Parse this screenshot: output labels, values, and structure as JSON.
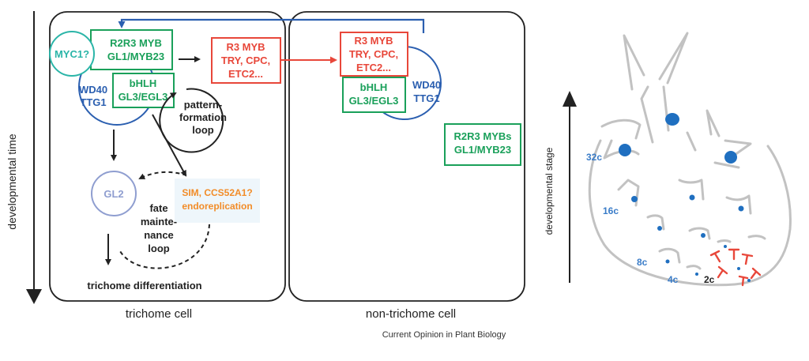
{
  "axis": {
    "left_label": "developmental time",
    "right_label": "developmental stage"
  },
  "cells": {
    "trichome_label": "trichome cell",
    "non_trichome_label": "non-trichome cell"
  },
  "trichome_cell": {
    "myc1": "MYC1?",
    "r2r3_myb_line1": "R2R3 MYB",
    "r2r3_myb_line2": "GL1/MYB23",
    "wd40_line1": "WD40",
    "wd40_line2": "TTG1",
    "bhlh_line1": "bHLH",
    "bhlh_line2": "GL3/EGL3",
    "r3myb_line1": "R3 MYB",
    "r3myb_line2": "TRY, CPC,",
    "r3myb_line3": "ETC2...",
    "pattern_loop_line1": "pattern-",
    "pattern_loop_line2": "formation",
    "pattern_loop_line3": "loop",
    "gl2": "GL2",
    "sim_line1": "SIM, CCS52A1?",
    "sim_line2": "endoreplication",
    "fate_line1": "fate",
    "fate_line2": "mainte-",
    "fate_line3": "nance",
    "fate_line4": "loop",
    "differentiation": "trichome differentiation"
  },
  "non_trichome_cell": {
    "r3myb_line1": "R3 MYB",
    "r3myb_line2": "TRY, CPC,",
    "r3myb_line3": "ETC2...",
    "bhlh_line1": "bHLH",
    "bhlh_line2": "GL3/EGL3",
    "wd40_line1": "WD40",
    "wd40_line2": "TTG1",
    "r2r3_line1": "R2R3 MYBs",
    "r2r3_line2": "GL1/MYB23"
  },
  "leaf": {
    "label_32c": "32c",
    "label_16c": "16c",
    "label_8c": "8c",
    "label_4c": "4c",
    "label_2c": "2c"
  },
  "journal": "Current Opinion in Plant Biology",
  "colors": {
    "green": "#1aa05a",
    "red": "#e8473a",
    "blue": "#2b5fb0",
    "teal": "#2bb5a8",
    "orange": "#f28c28",
    "lavender": "#8f9ed0",
    "gray": "#bdbdbd",
    "nucleus": "#1f6fc0"
  }
}
